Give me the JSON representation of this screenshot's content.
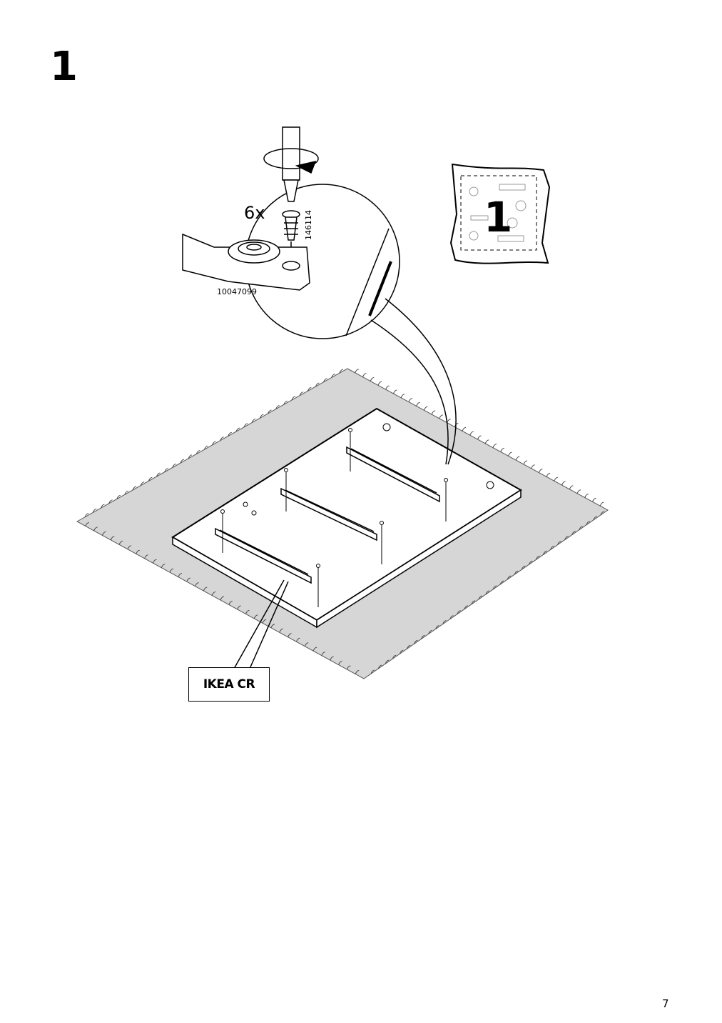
{
  "step": {
    "number": "1"
  },
  "detail": {
    "quantity": "6x",
    "screw_part_number": "146114",
    "glider_part_number": "10047099"
  },
  "hardware_bag": {
    "number": "1"
  },
  "callout": {
    "label": "IKEA CR"
  },
  "page": {
    "number": "7"
  }
}
